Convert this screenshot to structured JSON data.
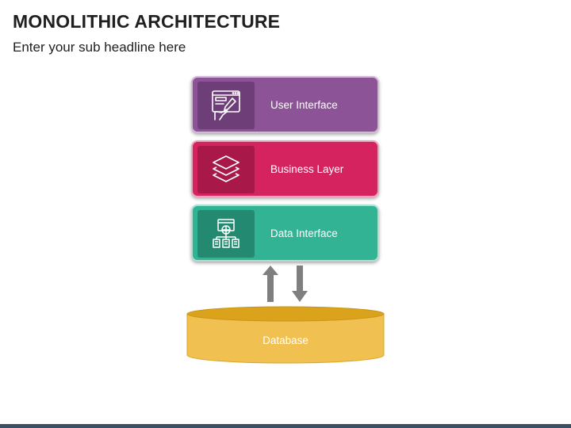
{
  "header": {
    "title": "MONOLITHIC ARCHITECTURE",
    "subtitle": "Enter your sub headline here"
  },
  "layers": [
    {
      "label": "User Interface",
      "icon": "web-design-icon",
      "color": "#8c5397"
    },
    {
      "label": "Business Layer",
      "icon": "layers-icon",
      "color": "#d4235e"
    },
    {
      "label": "Data Interface",
      "icon": "data-network-icon",
      "color": "#32b394"
    }
  ],
  "database": {
    "label": "Database",
    "color": "#f0c050"
  },
  "connector": {
    "icons": [
      "arrow-up-icon",
      "arrow-down-icon"
    ],
    "color": "#7f7f7f"
  }
}
